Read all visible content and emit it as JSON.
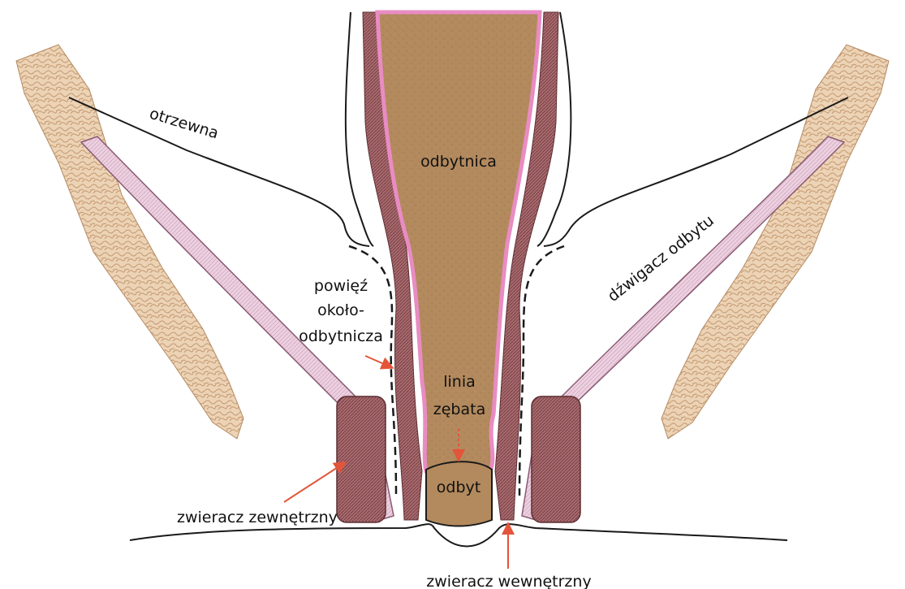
{
  "labels": {
    "peritoneum": "otrzewna",
    "rectum": "odbytnica",
    "fascia_line1": "powięź",
    "fascia_line2": "około-",
    "fascia_line3": "odbytnicza",
    "levator": "dźwigacz odbytu",
    "dentate_line1": "linia",
    "dentate_line2": "zębata",
    "anus": "odbyt",
    "external_sphincter": "zwieracz zewnętrzny",
    "internal_sphincter": "zwieracz wewnętrzny"
  },
  "colors": {
    "rectum_fill": "#b38a5e",
    "mucosa": "#e98cc3",
    "muscle_fill": "#a86a6e",
    "bone_fill": "#ecd3b5",
    "bone_texture": "#c49870",
    "levator_fill": "#e9c8dc",
    "arrow": "#e2553a",
    "line": "#1a1a1a"
  }
}
